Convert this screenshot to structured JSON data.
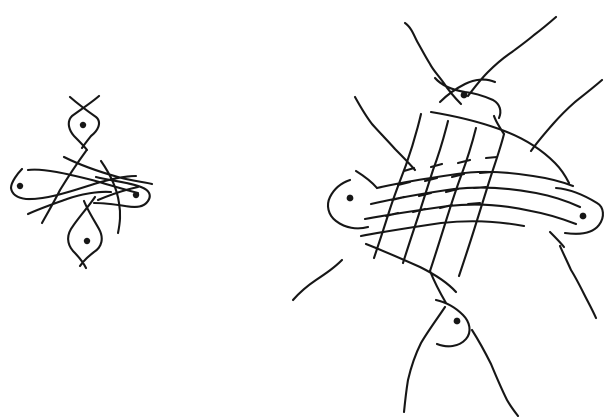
{
  "figure": {
    "background": "#ffffff",
    "ink_color": "#161616",
    "panels": [
      {
        "id": "left",
        "kind": "simple-knot-diagram",
        "marked_points": 4
      },
      {
        "id": "right",
        "kind": "woven-knot-diagram",
        "marked_points": 4
      }
    ]
  }
}
